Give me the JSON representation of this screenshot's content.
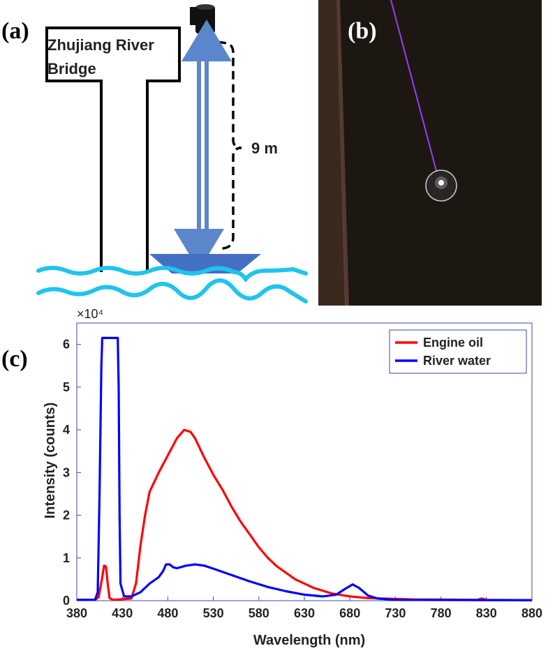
{
  "panels": {
    "a": {
      "label": "(a)",
      "bridge_name_line1": "Zhujiang River",
      "bridge_name_line2": "Bridge",
      "distance_label": "9 m"
    },
    "b": {
      "label": "(b)"
    },
    "c": {
      "label": "(c)",
      "exponent_label": "×10⁴"
    }
  },
  "colors": {
    "water": "#20c4ec",
    "boat": "#4470c4",
    "arrow": "#5b86cc",
    "engine_oil": "#ff0000",
    "river_water": "#0000ff",
    "photo_bg": "#1d1712",
    "laser": "#9a3cf2"
  },
  "chart_data": {
    "type": "line",
    "title": "",
    "xlabel": "Wavelength (nm)",
    "ylabel": "Intensity (counts)",
    "xlim": [
      380,
      880
    ],
    "ylim": [
      0,
      6.5
    ],
    "y_scale_note": "×10⁴",
    "x_ticks": [
      380,
      430,
      480,
      530,
      580,
      630,
      680,
      730,
      780,
      830,
      880
    ],
    "y_ticks": [
      0,
      1,
      2,
      3,
      4,
      5,
      6
    ],
    "grid": false,
    "legend_position": "top-right",
    "series": [
      {
        "name": "Engine oil",
        "color": "#ff0000",
        "points": [
          [
            380,
            0.02
          ],
          [
            400,
            0.02
          ],
          [
            404,
            0.08
          ],
          [
            408,
            0.55
          ],
          [
            410,
            0.82
          ],
          [
            412,
            0.8
          ],
          [
            414,
            0.4
          ],
          [
            416,
            0.06
          ],
          [
            420,
            0.02
          ],
          [
            440,
            0.05
          ],
          [
            445,
            0.4
          ],
          [
            450,
            1.3
          ],
          [
            455,
            2.0
          ],
          [
            460,
            2.55
          ],
          [
            470,
            3.0
          ],
          [
            480,
            3.4
          ],
          [
            490,
            3.8
          ],
          [
            498,
            4.0
          ],
          [
            505,
            3.95
          ],
          [
            510,
            3.8
          ],
          [
            520,
            3.35
          ],
          [
            530,
            2.95
          ],
          [
            540,
            2.6
          ],
          [
            550,
            2.2
          ],
          [
            560,
            1.85
          ],
          [
            570,
            1.55
          ],
          [
            580,
            1.25
          ],
          [
            590,
            1.0
          ],
          [
            600,
            0.8
          ],
          [
            620,
            0.5
          ],
          [
            640,
            0.3
          ],
          [
            660,
            0.17
          ],
          [
            680,
            0.1
          ],
          [
            700,
            0.06
          ],
          [
            750,
            0.03
          ],
          [
            820,
            0.02
          ],
          [
            825,
            0.05
          ],
          [
            830,
            0.02
          ],
          [
            880,
            0.01
          ]
        ]
      },
      {
        "name": "River water",
        "color": "#0000ff",
        "points": [
          [
            380,
            0.02
          ],
          [
            400,
            0.02
          ],
          [
            403,
            0.2
          ],
          [
            405,
            2.5
          ],
          [
            407,
            5.5
          ],
          [
            408,
            6.15
          ],
          [
            425,
            6.15
          ],
          [
            426,
            5.0
          ],
          [
            427,
            2.0
          ],
          [
            428,
            0.4
          ],
          [
            432,
            0.1
          ],
          [
            440,
            0.1
          ],
          [
            450,
            0.2
          ],
          [
            460,
            0.4
          ],
          [
            470,
            0.55
          ],
          [
            475,
            0.7
          ],
          [
            478,
            0.85
          ],
          [
            482,
            0.85
          ],
          [
            486,
            0.78
          ],
          [
            490,
            0.76
          ],
          [
            500,
            0.82
          ],
          [
            510,
            0.85
          ],
          [
            520,
            0.82
          ],
          [
            530,
            0.75
          ],
          [
            550,
            0.6
          ],
          [
            570,
            0.45
          ],
          [
            590,
            0.32
          ],
          [
            610,
            0.22
          ],
          [
            630,
            0.14
          ],
          [
            650,
            0.1
          ],
          [
            665,
            0.14
          ],
          [
            675,
            0.28
          ],
          [
            683,
            0.38
          ],
          [
            690,
            0.3
          ],
          [
            700,
            0.12
          ],
          [
            710,
            0.05
          ],
          [
            730,
            0.02
          ],
          [
            880,
            0.01
          ]
        ]
      }
    ]
  }
}
